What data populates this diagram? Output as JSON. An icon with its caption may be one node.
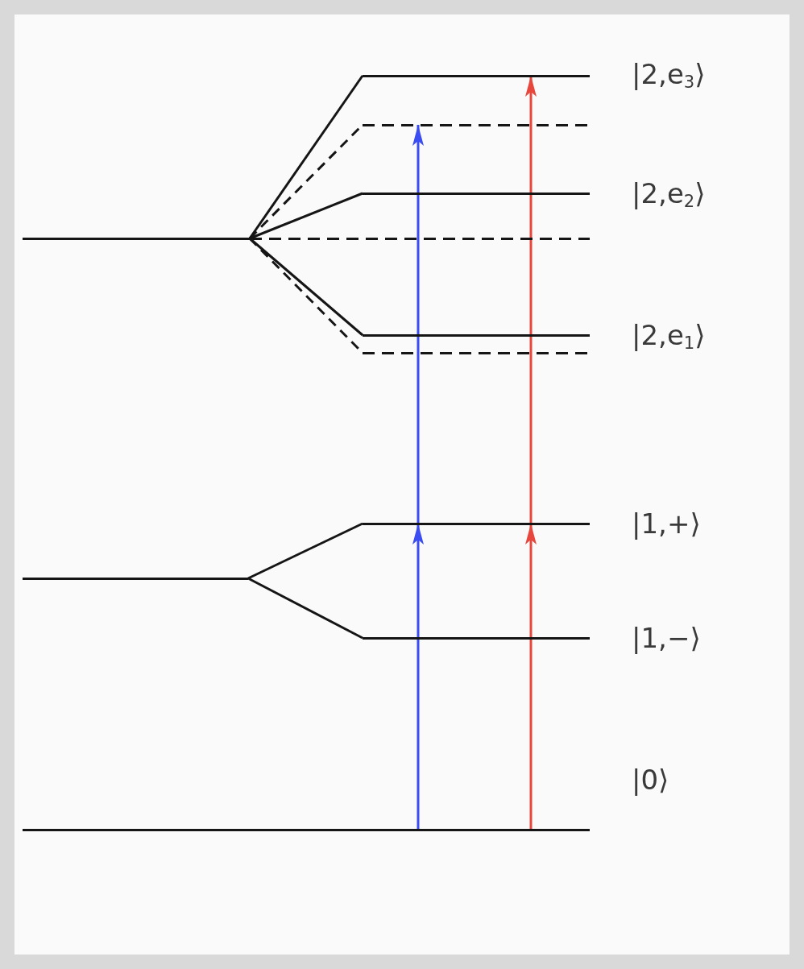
{
  "diagram": {
    "nodes": [
      {
        "text": [
          "|2,e$_{3}$⟩"
        ]
      },
      {
        "text": [],
        "shape": "bar"
      },
      {
        "text": [
          "|2,e$_{2}$⟩"
        ]
      },
      {
        "text": [],
        "shape": "bar"
      },
      {
        "text": [],
        "shape": "bar"
      },
      {
        "text": [
          "|2,e$_{1}$⟩"
        ]
      },
      {
        "text": [],
        "shape": "bar"
      },
      {
        "text": [
          "|1,+⟩"
        ]
      },
      {
        "text": [],
        "shape": "bar"
      },
      {
        "text": [
          "|1,−⟩"
        ]
      },
      {
        "text": [
          "|0⟩"
        ]
      }
    ],
    "edges": [
      {
        "from": 3,
        "to": 0,
        "arrow": "none"
      },
      {
        "from": 3,
        "to": 1,
        "arrow": "none",
        "style": "dashed"
      },
      {
        "from": 3,
        "to": 2,
        "arrow": "none"
      },
      {
        "from": 3,
        "to": 5,
        "arrow": "none"
      },
      {
        "from": 3,
        "to": 6,
        "arrow": "none",
        "style": "dashed"
      },
      {
        "from": 8,
        "to": 7,
        "arrow": "none"
      },
      {
        "from": 8,
        "to": 9,
        "arrow": "none"
      },
      {
        "from": 10,
        "to": 7,
        "arrow": "to",
        "color": "#3a4cf2"
      },
      {
        "from": 7,
        "to": 1,
        "arrow": "to",
        "color": "#3a4cf2"
      },
      {
        "from": 10,
        "to": 7,
        "arrow": "to",
        "color": "#e8473d"
      },
      {
        "from": 7,
        "to": 0,
        "arrow": "to",
        "color": "#e8473d"
      }
    ]
  }
}
